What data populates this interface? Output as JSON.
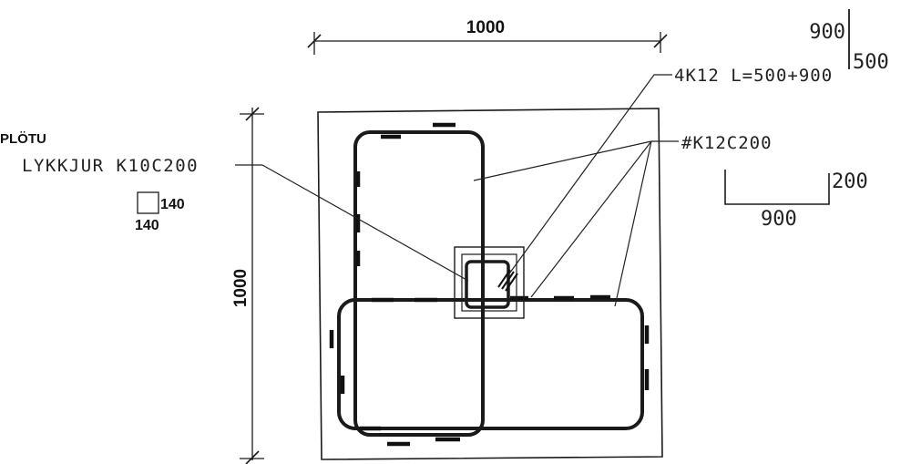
{
  "dimensions": {
    "top_width": "1000",
    "left_height": "1000"
  },
  "labels": {
    "plate_title": "PLÖTU",
    "stirrups": "LYKKJUR K10C200",
    "corner_bars": "4K12 L=500+900",
    "mesh": "#K12C200"
  },
  "column_section": {
    "width": "140",
    "depth": "140"
  },
  "bar_shape_1": {
    "horizontal": "900",
    "vertical": "500"
  },
  "bar_shape_2": {
    "vertical": "200",
    "horizontal": "900"
  },
  "colors": {
    "line": "#1a1a1a",
    "paper": "#ffffff"
  }
}
